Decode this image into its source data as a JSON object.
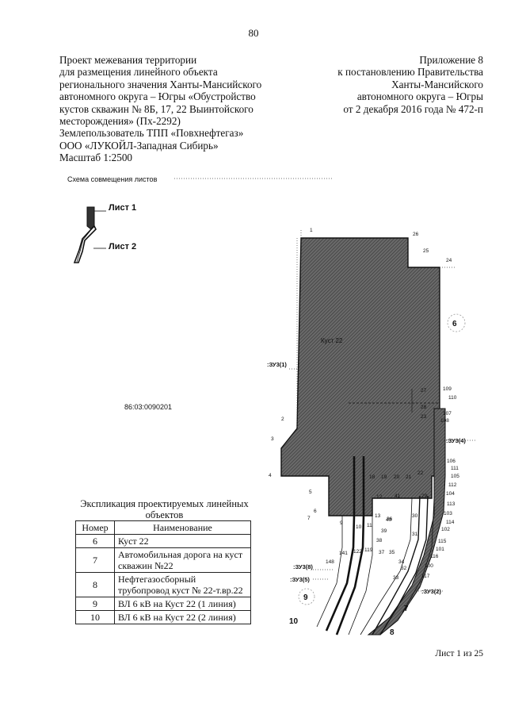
{
  "page_number": "80",
  "left_header": {
    "lines": [
      "Проект межевания территории",
      "для размещения линейного объекта",
      "регионального значения Ханты-Мансийского",
      "автономного округа – Югры «Обустройство",
      "кустов скважин № 8Б, 17, 22 Выинтойского",
      "месторождения» (Пх-2292)",
      "Землепользователь ТПП «Повхнефтегаз»",
      "ООО «ЛУКОЙЛ-Западная Сибирь»",
      "Масштаб 1:2500"
    ]
  },
  "right_header": {
    "lines": [
      "Приложение 8",
      "к постановлению Правительства",
      "Ханты-Мансийского",
      "автономного округа – Югры",
      "от 2 декабря 2016 года № 472-п"
    ]
  },
  "overview": {
    "label": "Схема совмещения листов",
    "sheet1": "Лист 1",
    "sheet2": "Лист 2"
  },
  "cadastral_number": "86:03:0090201",
  "plan": {
    "site_label": "Куст 22",
    "zones": [
      ":ЗУ3(1)",
      ":ЗУ3(4)",
      ":ЗУ3(8)",
      ":ЗУ3(5)",
      ":ЗУ3(2)"
    ],
    "object_numbers": [
      "6",
      "7",
      "8",
      "9",
      "10"
    ],
    "points": [
      "1",
      "26",
      "25",
      "24",
      "2",
      "3",
      "4",
      "5",
      "6",
      "7",
      "9",
      "10",
      "11",
      "13",
      "40",
      "39",
      "38",
      "37",
      "36",
      "35",
      "34",
      "33",
      "32",
      "31",
      "30",
      "41",
      "29",
      "12",
      "109",
      "110",
      "107",
      "108",
      "106",
      "111",
      "105",
      "112",
      "104",
      "113",
      "103",
      "114",
      "102",
      "115",
      "101",
      "116",
      "100",
      "117",
      "141",
      "148",
      "122",
      "119",
      "27",
      "28",
      "23",
      "22",
      "21",
      "20",
      "19",
      "18"
    ]
  },
  "table": {
    "caption": "Экспликация проектируемых линейных объектов",
    "headers": [
      "Номер",
      "Наименование"
    ],
    "rows": [
      [
        "6",
        "Куст 22"
      ],
      [
        "7",
        "Автомобильная дорога на куст скважин №22"
      ],
      [
        "8",
        "Нефтегазосборный трубопровод куст № 22-т.вр.22"
      ],
      [
        "9",
        "ВЛ 6 кВ на Куст 22 (1 линия)"
      ],
      [
        "10",
        "ВЛ 6 кВ на Куст 22 (2 линия)"
      ]
    ]
  },
  "footer": "Лист 1 из 25"
}
